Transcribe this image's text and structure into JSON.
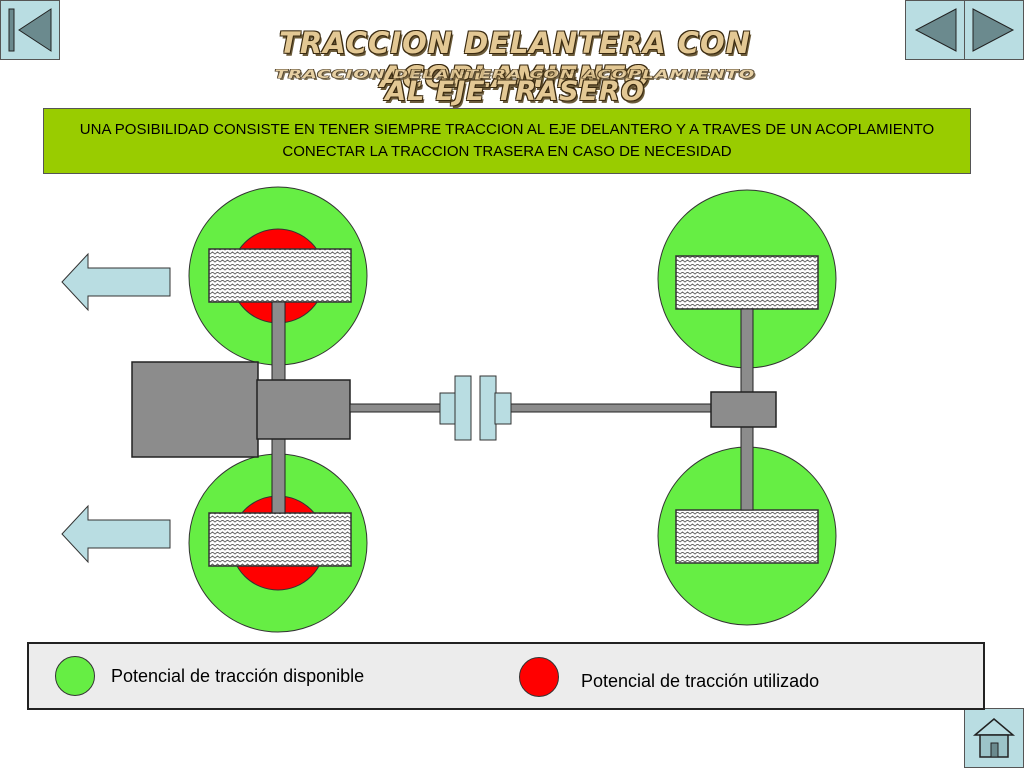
{
  "title": {
    "line1": "TRACCION DELANTERA CON ACOPLAMIENTO",
    "line2": "AL EJE TRASERO"
  },
  "description": "UNA POSIBILIDAD CONSISTE EN TENER SIEMPRE TRACCION AL EJE DELANTERO Y A TRAVES DE UN ACOPLAMIENTO CONECTAR LA TRACCION TRASERA EN CASO DE NECESIDAD",
  "legend": {
    "available_label": "Potencial de tracción disponible",
    "used_label": "Potencial de tracción utilizado"
  },
  "colors": {
    "available": "#66ee44",
    "used": "#ff0000",
    "description_bg": "#99cc00",
    "nav_button": "#b9dde2",
    "arrow": "#b9dde2",
    "chassis": "#8c8c8c"
  },
  "nav": {
    "first_icon": "skip-to-first-icon",
    "prev_icon": "previous-triangle-icon",
    "next_icon": "next-triangle-icon",
    "home_icon": "home-icon"
  }
}
